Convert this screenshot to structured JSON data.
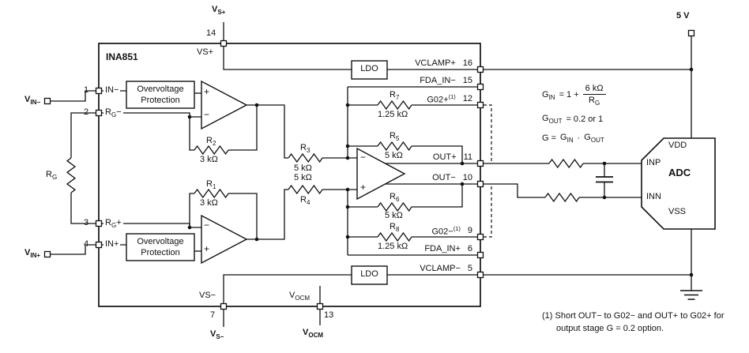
{
  "chip_name": "INA851",
  "supplies": {
    "v5": "5 V",
    "vs_plus_ext": {
      "base": "V",
      "sub": "S+"
    },
    "vs_minus_ext": {
      "base": "V",
      "sub": "S−"
    },
    "vocm_ext": {
      "base": "V",
      "sub": "OCM"
    }
  },
  "io": {
    "vin_minus": {
      "base": "V",
      "sub": "IN−"
    },
    "vin_plus": {
      "base": "V",
      "sub": "IN+"
    },
    "rg_ext": {
      "base": "R",
      "sub": "G"
    }
  },
  "blocks": {
    "ovp_line1": "Overvoltage",
    "ovp_line2": "Protection",
    "ldo": "LDO",
    "adc_name": "ADC",
    "adc_pins": {
      "vdd": "VDD",
      "inp": "INP",
      "inn": "INN",
      "vss": "VSS"
    }
  },
  "amp_marks": {
    "plus": "+",
    "minus": "−"
  },
  "pins": {
    "p1": {
      "num": "1",
      "label": "IN−"
    },
    "p2": {
      "num": "2",
      "base": "R",
      "sub": "G",
      "suffix": "−"
    },
    "p3": {
      "num": "3",
      "base": "R",
      "sub": "G",
      "suffix": "+"
    },
    "p4": {
      "num": "4",
      "label": "IN+"
    },
    "p5": {
      "num": "5",
      "label": "VCLAMP−"
    },
    "p6": {
      "num": "6",
      "label": "FDA_IN+"
    },
    "p7": {
      "num": "7",
      "label": "VS−"
    },
    "p9": {
      "num": "9",
      "label": "G02−",
      "sup": "(1)"
    },
    "p10": {
      "num": "10",
      "label": "OUT−"
    },
    "p11": {
      "num": "11",
      "label": "OUT+"
    },
    "p12": {
      "num": "12",
      "label": "G02+",
      "sup": "(1)"
    },
    "p13": {
      "num": "13",
      "base": "V",
      "sub": "OCM"
    },
    "p14": {
      "num": "14",
      "label": "VS+"
    },
    "p15": {
      "num": "15",
      "label": "FDA_IN−"
    },
    "p16": {
      "num": "16",
      "label": "VCLAMP+"
    }
  },
  "resistors": {
    "r1": {
      "name_base": "R",
      "name_sub": "1",
      "value": "3 kΩ"
    },
    "r2": {
      "name_base": "R",
      "name_sub": "2",
      "value": "3 kΩ"
    },
    "r3": {
      "name_base": "R",
      "name_sub": "3",
      "value": "5 kΩ"
    },
    "r4": {
      "name_base": "R",
      "name_sub": "4",
      "value": "5 kΩ"
    },
    "r5": {
      "name_base": "R",
      "name_sub": "5",
      "value": "5 kΩ"
    },
    "r6": {
      "name_base": "R",
      "name_sub": "6",
      "value": "5 kΩ"
    },
    "r7": {
      "name_base": "R",
      "name_sub": "7",
      "value": "1.25 kΩ"
    },
    "r8": {
      "name_base": "R",
      "name_sub": "8",
      "value": "1.25 kΩ"
    }
  },
  "equations": {
    "gin": {
      "lhs_base": "G",
      "lhs_sub": "IN",
      "mid": "= 1 +",
      "num": "6 kΩ",
      "den_base": "R",
      "den_sub": "G"
    },
    "gout": {
      "lhs_base": "G",
      "lhs_sub": "OUT",
      "rhs": "= 0.2 or 1"
    },
    "g": {
      "pre": "G =",
      "a_base": "G",
      "a_sub": "IN",
      "dot": "·",
      "b_base": "G",
      "b_sub": "OUT"
    }
  },
  "footnote": {
    "line1": "(1) Short OUT− to G02− and OUT+ to G02+ for",
    "line2": "output stage G = 0.2 option."
  }
}
